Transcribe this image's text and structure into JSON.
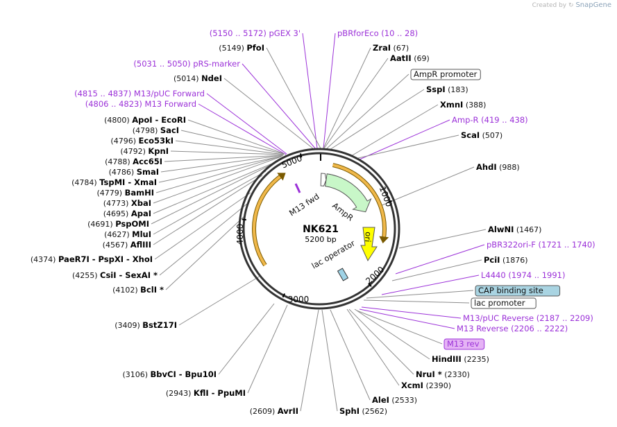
{
  "credit": {
    "text": "Created by",
    "brand": "SnapGene"
  },
  "plasmid": {
    "name": "NK621",
    "size": "5200 bp"
  },
  "ticks": [
    "1000",
    "2000",
    "3000",
    "4000",
    "5000"
  ],
  "colors": {
    "enzyme_line": "#8c8c8c",
    "feature_label": "#9b30d8",
    "ampR_fill": "#c8f7c8",
    "ori_fill": "#ffff00",
    "orf_arrow": "#e4a62a"
  },
  "ring_features": {
    "m13fwd": "M13 fwd",
    "ampR": "AmpR",
    "ori": "ori",
    "lac_operator": "lac operator"
  },
  "labels": [
    {
      "id": "pgex3",
      "pos": "(5150 .. 5172)",
      "name": "pGEX 3'",
      "kind": "feature"
    },
    {
      "id": "pbrforeco",
      "pos": "(10 .. 28)",
      "name": "pBRforEco",
      "kind": "feature"
    },
    {
      "id": "pfoi",
      "pos": "(5149)",
      "name": "PfoI",
      "kind": "enzyme"
    },
    {
      "id": "zrai",
      "pos": "(67)",
      "name": "ZraI",
      "kind": "enzyme"
    },
    {
      "id": "aatii",
      "pos": "(69)",
      "name": "AatII",
      "kind": "enzyme"
    },
    {
      "id": "prsmarker",
      "pos": "(5031 .. 5050)",
      "name": "pRS-marker",
      "kind": "feature"
    },
    {
      "id": "amprprom",
      "pos": "",
      "name": "AmpR promoter",
      "kind": "boxed"
    },
    {
      "id": "ndei",
      "pos": "(5014)",
      "name": "NdeI",
      "kind": "enzyme"
    },
    {
      "id": "sspi",
      "pos": "(183)",
      "name": "SspI",
      "kind": "enzyme"
    },
    {
      "id": "m13pucfwd",
      "pos": "(4815 .. 4837)",
      "name": "M13/pUC Forward",
      "kind": "feature"
    },
    {
      "id": "m13fwdprimer",
      "pos": "(4806 .. 4823)",
      "name": "M13 Forward",
      "kind": "feature"
    },
    {
      "id": "xmni",
      "pos": "(388)",
      "name": "XmnI",
      "kind": "enzyme"
    },
    {
      "id": "apoi",
      "pos": "(4800)",
      "name": "ApoI  - EcoRI",
      "kind": "enzyme"
    },
    {
      "id": "ampr",
      "pos": "(419 .. 438)",
      "name": "Amp-R",
      "kind": "feature"
    },
    {
      "id": "saci",
      "pos": "(4798)",
      "name": "SacI",
      "kind": "enzyme"
    },
    {
      "id": "scai",
      "pos": "(507)",
      "name": "ScaI",
      "kind": "enzyme"
    },
    {
      "id": "eco53ki",
      "pos": "(4796)",
      "name": "Eco53kI",
      "kind": "enzyme"
    },
    {
      "id": "kpni",
      "pos": "(4792)",
      "name": "KpnI",
      "kind": "enzyme"
    },
    {
      "id": "acc65i",
      "pos": "(4788)",
      "name": "Acc65I",
      "kind": "enzyme"
    },
    {
      "id": "ahdi",
      "pos": "(988)",
      "name": "AhdI",
      "kind": "enzyme"
    },
    {
      "id": "smai",
      "pos": "(4786)",
      "name": "SmaI",
      "kind": "enzyme"
    },
    {
      "id": "tspmi",
      "pos": "(4784)",
      "name": "TspMI  - XmaI",
      "kind": "enzyme"
    },
    {
      "id": "bamhi",
      "pos": "(4779)",
      "name": "BamHI",
      "kind": "enzyme"
    },
    {
      "id": "xbai",
      "pos": "(4773)",
      "name": "XbaI",
      "kind": "enzyme"
    },
    {
      "id": "apai",
      "pos": "(4695)",
      "name": "ApaI",
      "kind": "enzyme"
    },
    {
      "id": "pspomi",
      "pos": "(4691)",
      "name": "PspOMI",
      "kind": "enzyme"
    },
    {
      "id": "alwni",
      "pos": "(1467)",
      "name": "AlwNI",
      "kind": "enzyme"
    },
    {
      "id": "mlui",
      "pos": "(4627)",
      "name": "MluI",
      "kind": "enzyme"
    },
    {
      "id": "pbr322",
      "pos": "(1721 .. 1740)",
      "name": "pBR322ori-F",
      "kind": "feature"
    },
    {
      "id": "afliii",
      "pos": "(4567)",
      "name": "AflIII",
      "kind": "enzyme"
    },
    {
      "id": "paer7i",
      "pos": "(4374)",
      "name": "PaeR7I  - PspXI  - XhoI",
      "kind": "enzyme"
    },
    {
      "id": "pcii",
      "pos": "(1876)",
      "name": "PciI",
      "kind": "enzyme"
    },
    {
      "id": "csii",
      "pos": "(4255)",
      "name": "CsiI  - SexAI *",
      "kind": "enzyme"
    },
    {
      "id": "l4440",
      "pos": "(1974 .. 1991)",
      "name": "L4440",
      "kind": "feature"
    },
    {
      "id": "bcli",
      "pos": "(4102)",
      "name": "BclI *",
      "kind": "enzyme"
    },
    {
      "id": "cap",
      "pos": "",
      "name": "CAP binding site",
      "kind": "boxed-blue"
    },
    {
      "id": "lacprom",
      "pos": "",
      "name": "lac promoter",
      "kind": "boxed"
    },
    {
      "id": "m13pucrev",
      "pos": "(2187 .. 2209)",
      "name": "M13/pUC Reverse",
      "kind": "feature"
    },
    {
      "id": "bstz17i",
      "pos": "(3409)",
      "name": "BstZ17I",
      "kind": "enzyme"
    },
    {
      "id": "m13reverse",
      "pos": "(2206 .. 2222)",
      "name": "M13 Reverse",
      "kind": "feature"
    },
    {
      "id": "m13rev",
      "pos": "",
      "name": "M13 rev",
      "kind": "boxed-purple"
    },
    {
      "id": "hindiii",
      "pos": "(2235)",
      "name": "HindIII",
      "kind": "enzyme"
    },
    {
      "id": "bbvci",
      "pos": "(3106)",
      "name": "BbvCI  - Bpu10I",
      "kind": "enzyme"
    },
    {
      "id": "nrui",
      "pos": "(2330)",
      "name": "NruI *",
      "kind": "enzyme"
    },
    {
      "id": "xcmi",
      "pos": "(2390)",
      "name": "XcmI",
      "kind": "enzyme"
    },
    {
      "id": "kfli",
      "pos": "(2943)",
      "name": "KflI  - PpuMI",
      "kind": "enzyme"
    },
    {
      "id": "alei",
      "pos": "(2533)",
      "name": "AleI",
      "kind": "enzyme"
    },
    {
      "id": "avrii",
      "pos": "(2609)",
      "name": "AvrII",
      "kind": "enzyme"
    },
    {
      "id": "sphi",
      "pos": "(2562)",
      "name": "SphI",
      "kind": "enzyme"
    }
  ]
}
